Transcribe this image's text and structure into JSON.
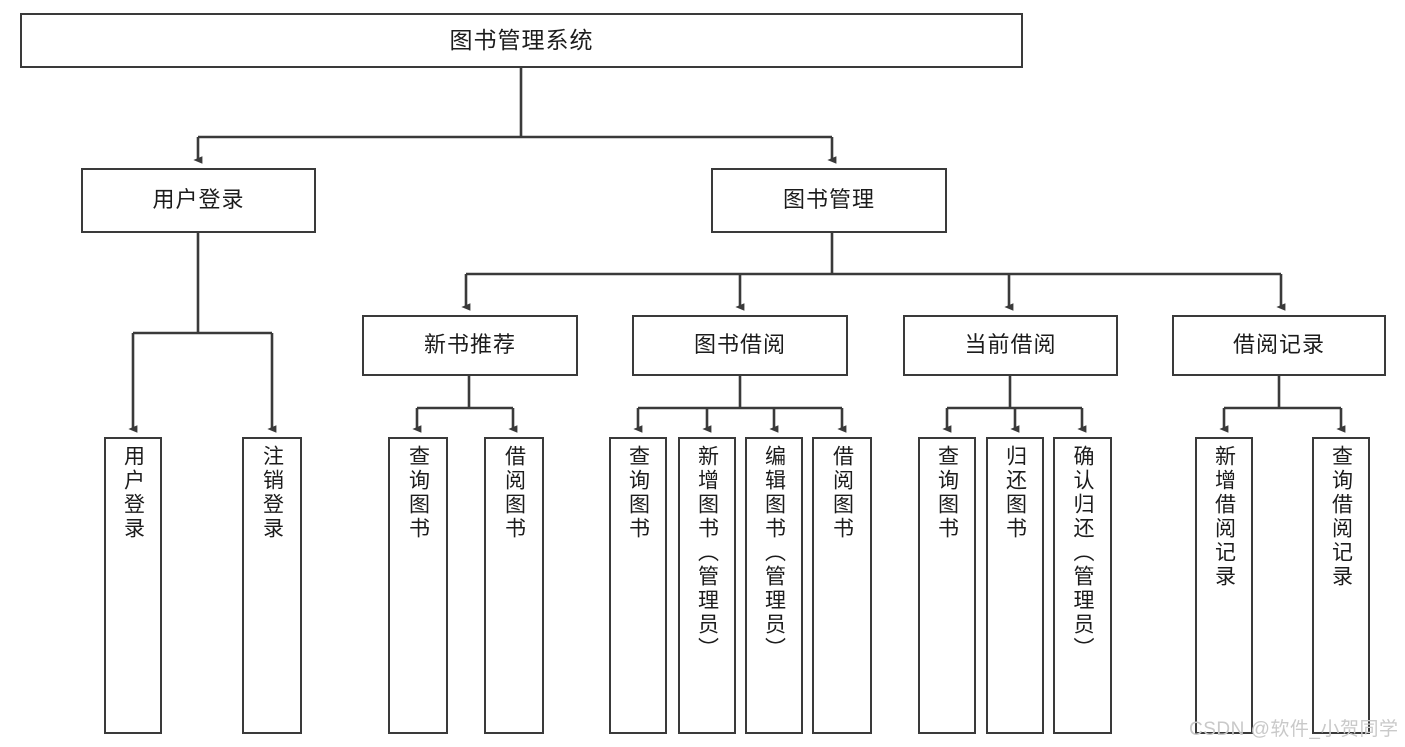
{
  "diagram": {
    "type": "tree-hierarchy-chart",
    "title": "图书管理系统",
    "orientation": "top-down",
    "line_color": "#3a3a3a",
    "box_fill": "#ffffff",
    "text_color": "#1c1c1c"
  },
  "root": {
    "label": "图书管理系统"
  },
  "level2": [
    {
      "label": "用户登录"
    },
    {
      "label": "图书管理"
    }
  ],
  "level3": [
    {
      "label": "新书推荐"
    },
    {
      "label": "图书借阅"
    },
    {
      "label": "当前借阅"
    },
    {
      "label": "借阅记录"
    }
  ],
  "leaves": {
    "user_login": [
      {
        "label": "用户登录"
      },
      {
        "label": "注销登录"
      }
    ],
    "new_book_recommend": [
      {
        "label": "查询图书"
      },
      {
        "label": "借阅图书"
      }
    ],
    "book_borrow": [
      {
        "label": "查询图书"
      },
      {
        "label": "新增图书（管理员）"
      },
      {
        "label": "编辑图书（管理员）"
      },
      {
        "label": "借阅图书"
      }
    ],
    "current_borrow": [
      {
        "label": "查询图书"
      },
      {
        "label": "归还图书"
      },
      {
        "label": "确认归还（管理员）"
      }
    ],
    "borrow_record": [
      {
        "label": "新增借阅记录"
      },
      {
        "label": "查询借阅记录"
      }
    ]
  },
  "watermark": {
    "text": "CSDN @软件_小贺同学"
  }
}
